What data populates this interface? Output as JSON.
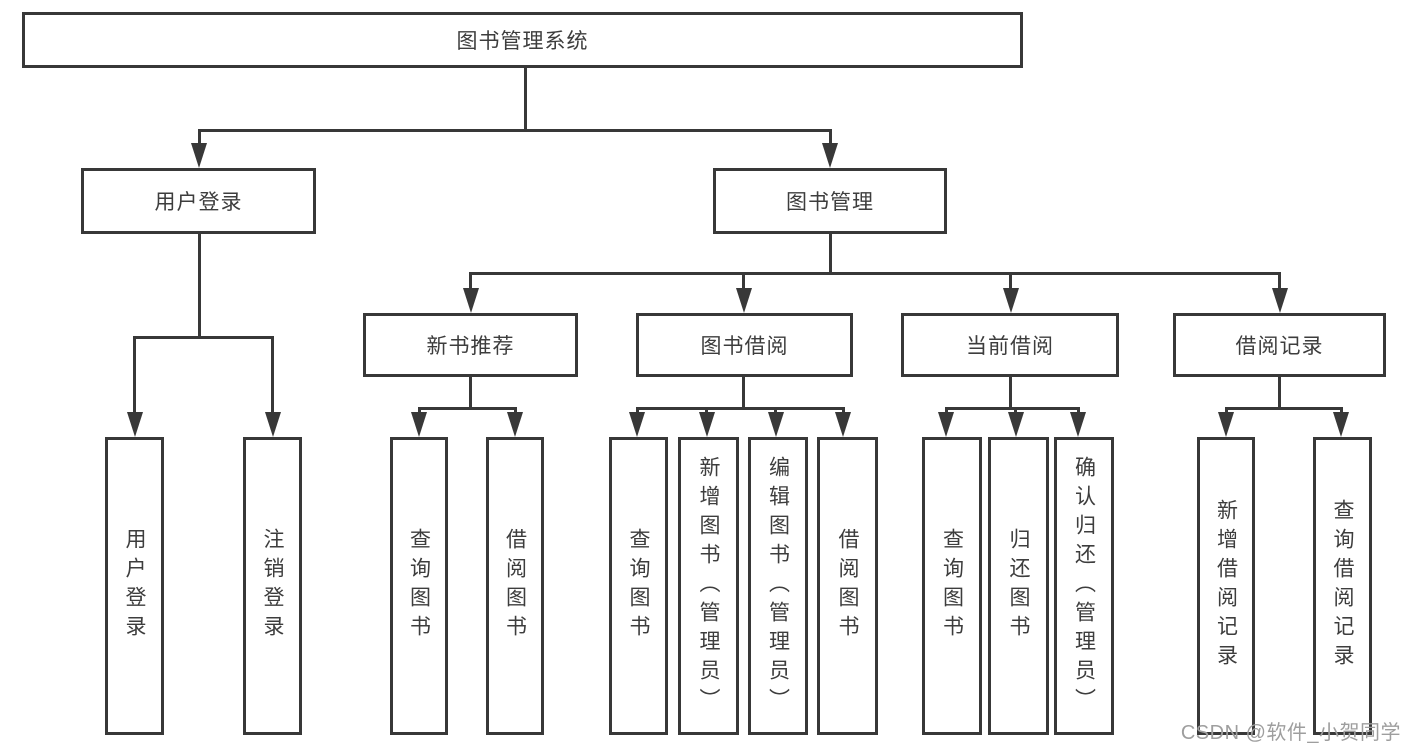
{
  "diagram": {
    "title": "图书管理系统",
    "root": {
      "label": "图书管理系统"
    },
    "branches": [
      {
        "label": "用户登录",
        "leaves": [
          "用户登录",
          "注销登录"
        ]
      },
      {
        "label": "图书管理",
        "groups": [
          {
            "label": "新书推荐",
            "leaves": [
              "查询图书",
              "借阅图书"
            ]
          },
          {
            "label": "图书借阅",
            "leaves": [
              "查询图书",
              "新增图书（管理员）",
              "编辑图书（管理员）",
              "借阅图书"
            ]
          },
          {
            "label": "当前借阅",
            "leaves": [
              "查询图书",
              "归还图书",
              "确认归还（管理员）"
            ]
          },
          {
            "label": "借阅记录",
            "leaves": [
              "新增借阅记录",
              "查询借阅记录"
            ]
          }
        ]
      }
    ],
    "line_color": "#383838",
    "text_color": "#3d3d3d",
    "background_color": "#ffffff"
  },
  "watermark": {
    "text": "CSDN @软件_小贺同学",
    "color": "#9e9e9e"
  }
}
